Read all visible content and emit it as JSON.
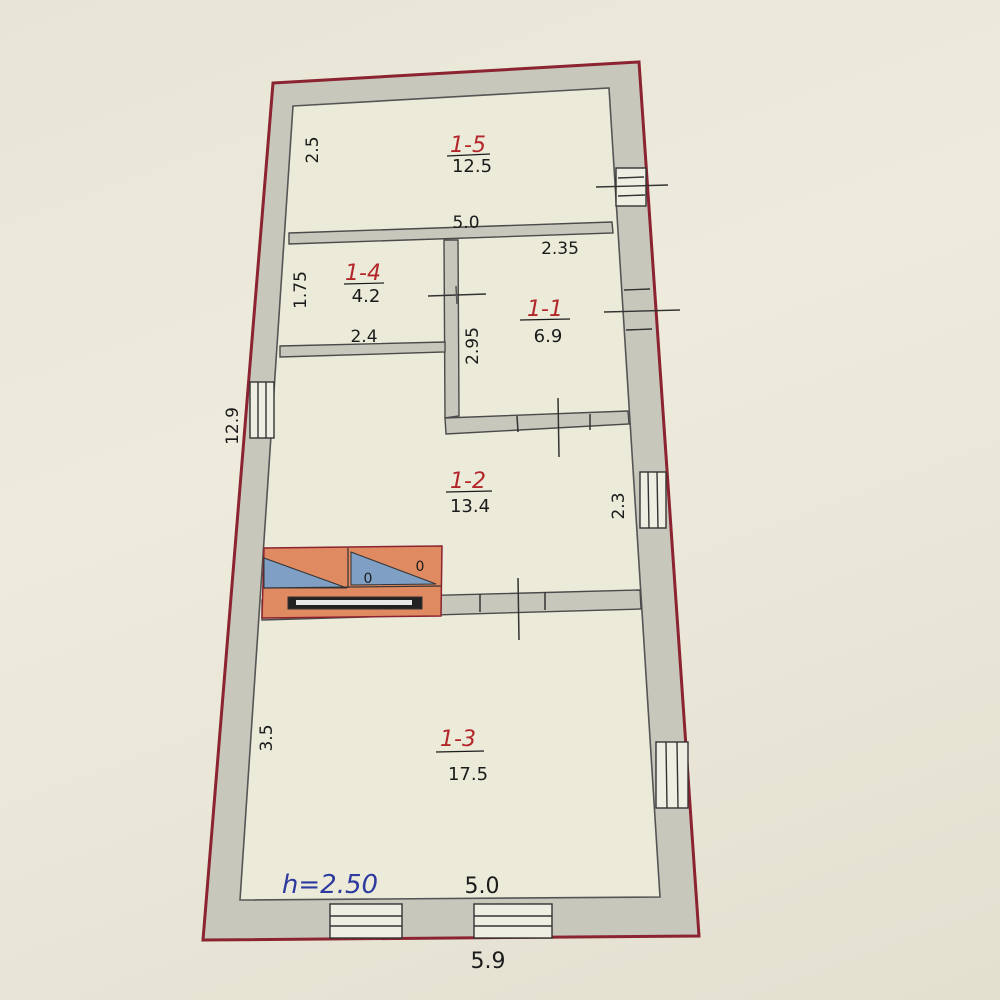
{
  "header_scrawl": "",
  "rooms": [
    {
      "id": "1-5",
      "area": "12.5"
    },
    {
      "id": "1-4",
      "area": "4.2"
    },
    {
      "id": "1-1",
      "area": "6.9"
    },
    {
      "id": "1-2",
      "area": "13.4"
    },
    {
      "id": "1-3",
      "area": "17.5"
    }
  ],
  "dimensions": {
    "top_room_height": "2.5",
    "top_room_width": "5.0",
    "room_1_1_width": "2.35",
    "room_1_4_height": "1.75",
    "room_1_4_width": "2.4",
    "room_1_1_height": "2.95",
    "overall_length": "12.9",
    "room_1_2_height": "2.3",
    "room_1_3_height": "3.5",
    "inner_width_bottom": "5.0",
    "outer_width": "5.9"
  },
  "ceiling_height": "h=2.50",
  "stove": {
    "burner_left": "0",
    "burner_right": "0"
  },
  "colors": {
    "outline": "#8b2330",
    "wall_fill": "#c8c7bc",
    "inner_line": "#4a4a4a",
    "stove_orange": "#e08a62",
    "stove_blue": "#7f9fc4",
    "room_id": "#b3262a",
    "height_note": "#2d3b9e"
  }
}
